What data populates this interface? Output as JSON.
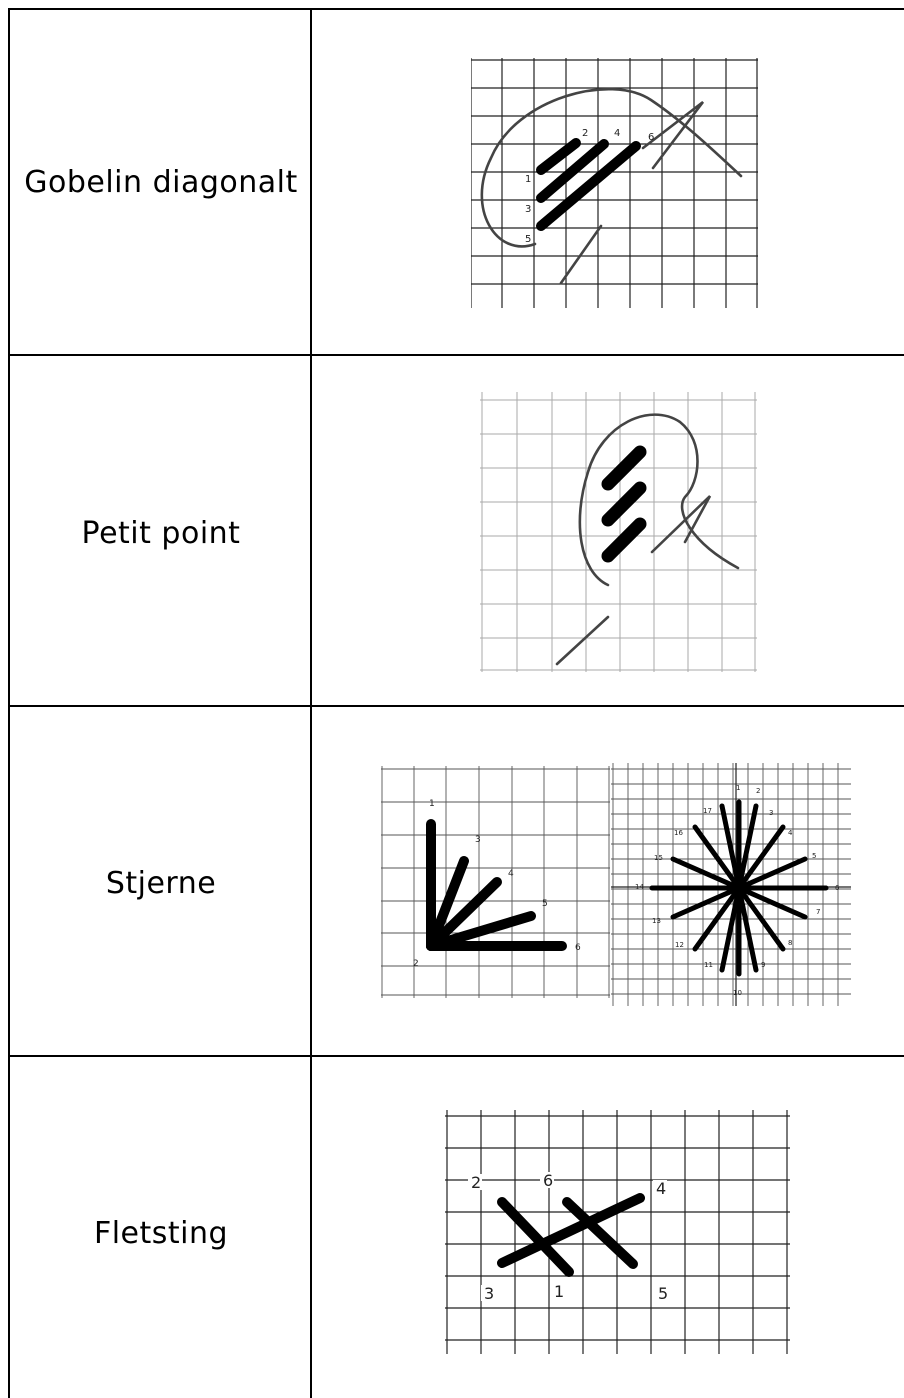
{
  "rows": [
    {
      "label": "Gobelin diagonalt",
      "diagram": {
        "icon": "gobelin-diagonal-stitch-diagram",
        "numbers": [
          "1",
          "2",
          "3",
          "4",
          "5",
          "6"
        ]
      }
    },
    {
      "label": "Petit point",
      "diagram": {
        "icon": "petit-point-stitch-diagram",
        "numbers": []
      }
    },
    {
      "label": "Stjerne",
      "diagram": {
        "icon": "star-stitch-diagrams",
        "quarter_numbers": [
          "1",
          "2",
          "3",
          "4",
          "5",
          "6"
        ],
        "full_numbers": [
          "1",
          "2",
          "3",
          "4",
          "5",
          "6",
          "7",
          "8",
          "9",
          "10",
          "11",
          "12",
          "13",
          "14",
          "15",
          "16",
          "17"
        ]
      }
    },
    {
      "label": "Fletsting",
      "diagram": {
        "icon": "braid-stitch-diagram",
        "numbers": [
          "1",
          "2",
          "3",
          "4",
          "5",
          "6"
        ]
      }
    }
  ]
}
